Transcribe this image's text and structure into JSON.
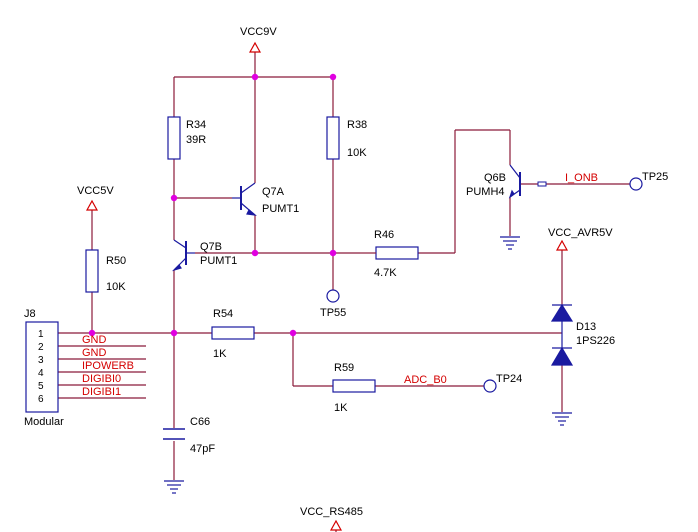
{
  "power": {
    "vcc9v": "VCC9V",
    "vcc5v": "VCC5V",
    "vcc_avr5v": "VCC_AVR5V",
    "vcc_rs485": "VCC_RS485"
  },
  "components": {
    "r34": {
      "ref": "R34",
      "value": "39R"
    },
    "r38": {
      "ref": "R38",
      "value": "10K"
    },
    "r46": {
      "ref": "R46",
      "value": "4.7K"
    },
    "r50": {
      "ref": "R50",
      "value": "10K"
    },
    "r54": {
      "ref": "R54",
      "value": "1K"
    },
    "r59": {
      "ref": "R59",
      "value": "1K"
    },
    "q7a": {
      "ref": "Q7A",
      "value": "PUMT1"
    },
    "q7b": {
      "ref": "Q7B",
      "value": "PUMT1"
    },
    "q6b": {
      "ref": "Q6B",
      "value": "PUMH4"
    },
    "c66": {
      "ref": "C66",
      "value": "47pF"
    },
    "d13": {
      "ref": "D13",
      "value": "1PS226"
    },
    "j8": {
      "ref": "J8",
      "value": "Modular",
      "pins": [
        "1",
        "2",
        "3",
        "4",
        "5",
        "6"
      ]
    }
  },
  "testpoints": {
    "tp55": "TP55",
    "tp25": "TP25",
    "tp24": "TP24"
  },
  "nets": {
    "gnd1": "GND",
    "gnd2": "GND",
    "ipowerb": "IPOWERB",
    "digibi0": "DIGIBI0",
    "digibi1": "DIGIBI1",
    "i_onb": "I_ONB",
    "adc_b0": "ADC_B0"
  },
  "colors": {
    "wire": "#8b1a3a",
    "component": "#1a1aa0",
    "junction": "#e000e0",
    "net_label": "#d40000"
  }
}
